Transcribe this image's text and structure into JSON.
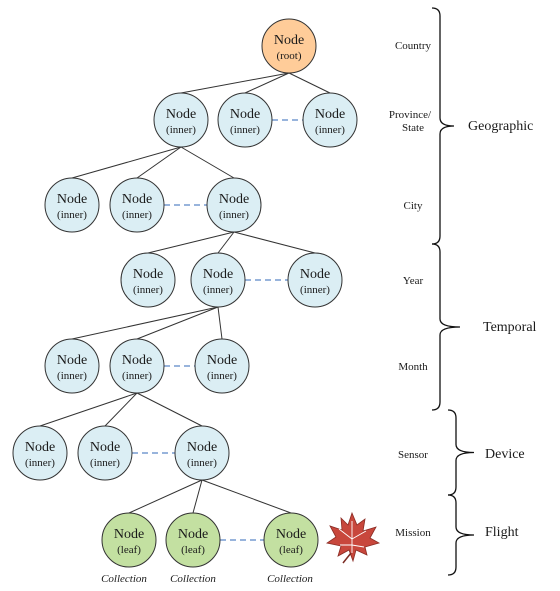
{
  "node": {
    "title": "Node",
    "root_sub": "(root)",
    "inner_sub": "(inner)",
    "leaf_sub": "(leaf)"
  },
  "colors": {
    "root_fill": "#ffcc99",
    "inner_fill": "#dbeef4",
    "leaf_fill": "#c3e0a1",
    "stroke": "#333333",
    "dashed": "#5b86c8",
    "leaf_icon": "#c8473c"
  },
  "levels": [
    "Country",
    "Province/ State",
    "City",
    "Year",
    "Month",
    "Sensor",
    "Mission"
  ],
  "level_province_lines": [
    "Province/",
    "State"
  ],
  "groups": [
    "Geographic",
    "Temporal",
    "Device",
    "Flight"
  ],
  "collection_label": "Collection",
  "icon": "maple-leaf-icon"
}
